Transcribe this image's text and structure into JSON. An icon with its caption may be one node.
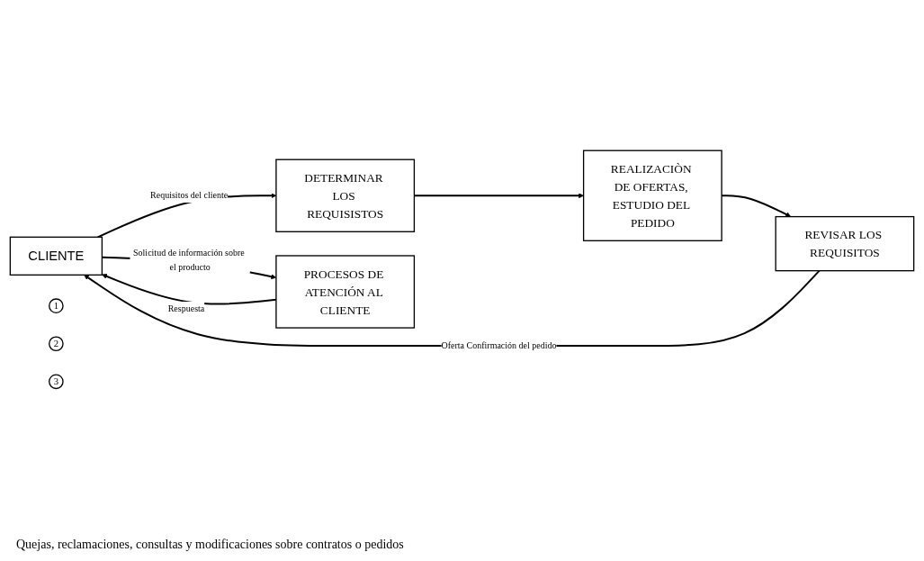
{
  "diagram": {
    "nodes": [
      {
        "text": [
          "CLIENTE"
        ]
      },
      {
        "text": [
          "DETERMINAR LOS REQUISISTOS"
        ]
      },
      {
        "text": [
          "1"
        ]
      },
      {
        "text": [
          "REALIZACIÒN DE OFERTAS, ESTUDIO DEL PEDIDO"
        ]
      },
      {
        "text": [
          "REVISAR LOS REQUISITOS"
        ]
      },
      {
        "text": [
          "2"
        ]
      },
      {
        "text": [
          "PROCESOS DE ATENCIÓN AL CLIENTE"
        ]
      },
      {
        "text": [
          "3"
        ]
      }
    ],
    "edges": [
      {
        "from": 0,
        "to": 1,
        "arrow": "to",
        "label": "Requisitos del cliente"
      },
      {
        "from": 1,
        "to": 3,
        "arrow": "to"
      },
      {
        "from": 3,
        "to": 4,
        "arrow": "to"
      },
      {
        "from": 4,
        "to": 0,
        "arrow": "to",
        "label": "Oferta Confirmación del pedido"
      },
      {
        "from": 0,
        "to": 6,
        "arrow": "to",
        "label": "Solicitud de información sobre el producto"
      },
      {
        "from": 6,
        "to": 0,
        "arrow": "to",
        "label": "Respuesta"
      }
    ],
    "labels": [
      "Quejas, reclamaciones, consultas y modificaciones sobre contratos o pedidos"
    ]
  }
}
